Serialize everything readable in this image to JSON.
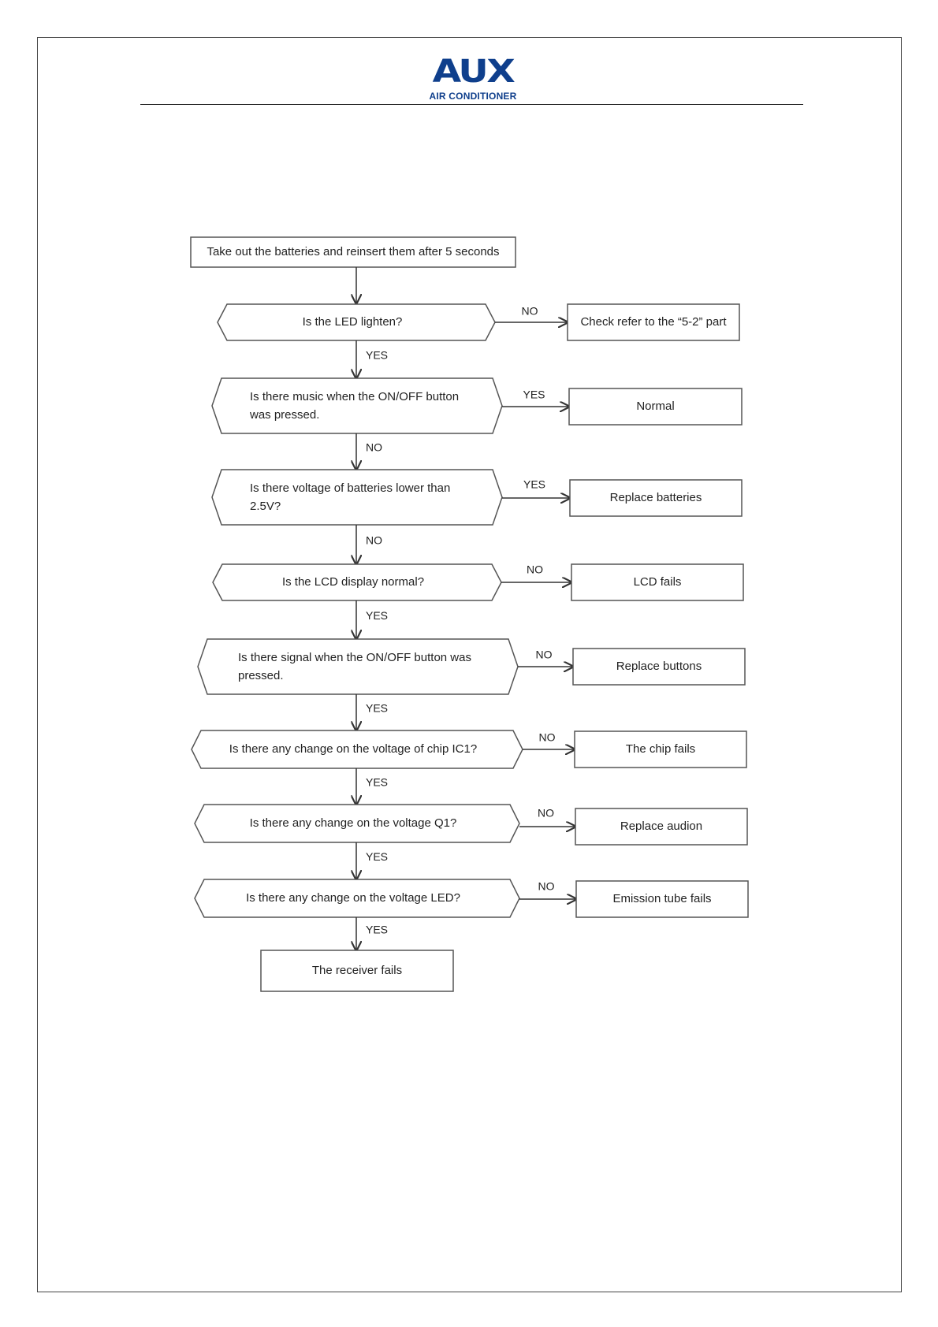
{
  "header": {
    "brand": "AUX",
    "tagline": "AIR CONDITIONER"
  },
  "flowchart": {
    "start": "Take out the batteries and reinsert them after 5 seconds",
    "decisions": [
      {
        "lines": [
          "Is the LED lighten?"
        ],
        "down_label": "YES",
        "side_label": "NO",
        "outcome": "Check refer to the “5-2” part"
      },
      {
        "lines": [
          "Is there music when the ON/OFF button",
          "was pressed."
        ],
        "down_label": "NO",
        "side_label": "YES",
        "outcome": "Normal"
      },
      {
        "lines": [
          "Is there voltage of batteries lower than",
          "2.5V?"
        ],
        "down_label": "NO",
        "side_label": "YES",
        "outcome": "Replace batteries"
      },
      {
        "lines": [
          "Is the LCD display normal?"
        ],
        "down_label": "YES",
        "side_label": "NO",
        "outcome": "LCD fails"
      },
      {
        "lines": [
          "Is there signal when the ON/OFF button was",
          "pressed."
        ],
        "down_label": "YES",
        "side_label": "NO",
        "outcome": "Replace buttons"
      },
      {
        "lines": [
          "Is there any change on the voltage of chip IC1?"
        ],
        "down_label": "YES",
        "side_label": "NO",
        "outcome": "The chip fails"
      },
      {
        "lines": [
          "Is there any change on the voltage Q1?"
        ],
        "down_label": "YES",
        "side_label": "NO",
        "outcome": "Replace audion"
      },
      {
        "lines": [
          "Is there any change on the voltage LED?"
        ],
        "down_label": "YES",
        "side_label": "NO",
        "outcome": "Emission tube fails"
      }
    ],
    "end": "The receiver fails"
  }
}
